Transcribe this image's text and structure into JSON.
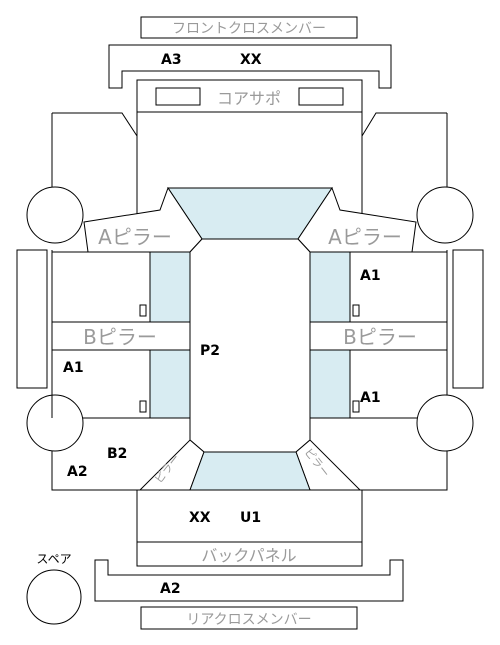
{
  "parts": {
    "front_cross_member": "フロントクロスメンバー",
    "core_support": "コアサポ",
    "a_pillar_left": "Aピラー",
    "a_pillar_right": "Aピラー",
    "b_pillar_left": "Bピラー",
    "b_pillar_right": "Bピラー",
    "back_panel": "バックパネル",
    "rear_cross_member": "リアクロスメンバー",
    "spare": "スペア",
    "diagonal_left": "ピラー",
    "diagonal_right": "ピラー"
  },
  "codes": {
    "front_member_code": "A3",
    "front_member_xx": "XX",
    "right_upper": "A1",
    "left_middle": "A1",
    "right_lower": "A1",
    "roof": "P2",
    "left_b2": "B2",
    "left_a2": "A2",
    "trunk_xx": "XX",
    "trunk_u1": "U1",
    "rear_member_code": "A2"
  }
}
